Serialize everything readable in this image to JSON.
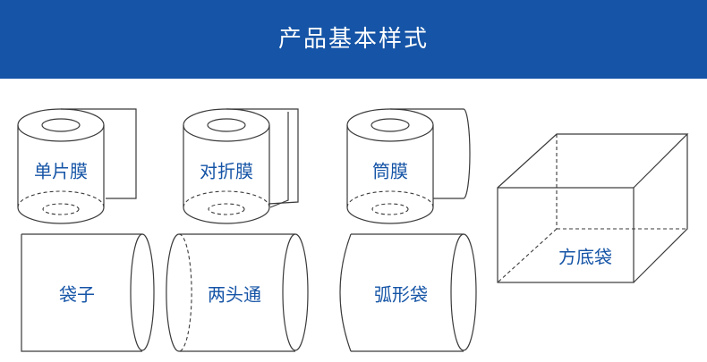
{
  "header": {
    "title": "产品基本样式"
  },
  "styles": [
    {
      "label": "单片膜"
    },
    {
      "label": "对折膜"
    },
    {
      "label": "筒膜"
    },
    {
      "label": "方底袋"
    },
    {
      "label": "袋子"
    },
    {
      "label": "两头通"
    },
    {
      "label": "弧形袋"
    }
  ],
  "colors": {
    "banner": "#1554a6",
    "label": "#1554a6",
    "outline": "#3a3a3a"
  }
}
